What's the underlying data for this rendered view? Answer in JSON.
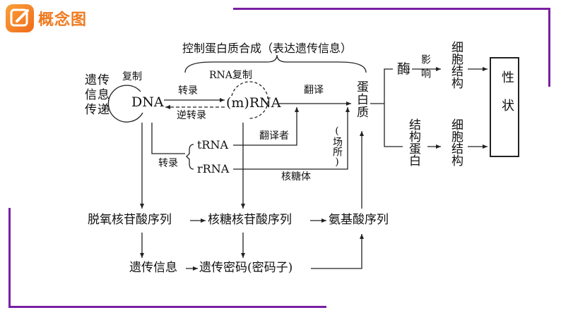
{
  "header": {
    "badge_title": "概念图",
    "badge_icon": "edit-pencil-icon"
  },
  "colors": {
    "frame": "#7a1fa2",
    "badge": "#f07a1f",
    "lines": "#222222"
  },
  "labels": {
    "control_title": "控制蛋白质合成（表达遗传信息）",
    "inheritance_transfer": "遗传信息传递",
    "replication": "复制",
    "dna": "DNA",
    "rna_replication": "RNA复制",
    "transcription": "转录",
    "reverse_transcription": "逆转录",
    "mrna": "(m)RNA",
    "translation": "翻译",
    "protein": "蛋白质",
    "trna": "tRNA",
    "rrna": "rRNA",
    "transcription2": "转录",
    "translator": "翻译者",
    "site": "(场所)",
    "ribosome": "核糖体",
    "enzyme": "酶",
    "influence": "影响",
    "structural_protein": "结构蛋白",
    "cell_structure_1": "细胞结构",
    "cell_structure_2": "细胞结构",
    "trait": "性状",
    "deoxy_seq": "脱氧核苷酸序列",
    "ribo_seq": "核糖核苷酸序列",
    "amino_seq": "氨基酸序列",
    "genetic_info": "遗传信息",
    "genetic_code": "遗传密码(密码子)"
  }
}
